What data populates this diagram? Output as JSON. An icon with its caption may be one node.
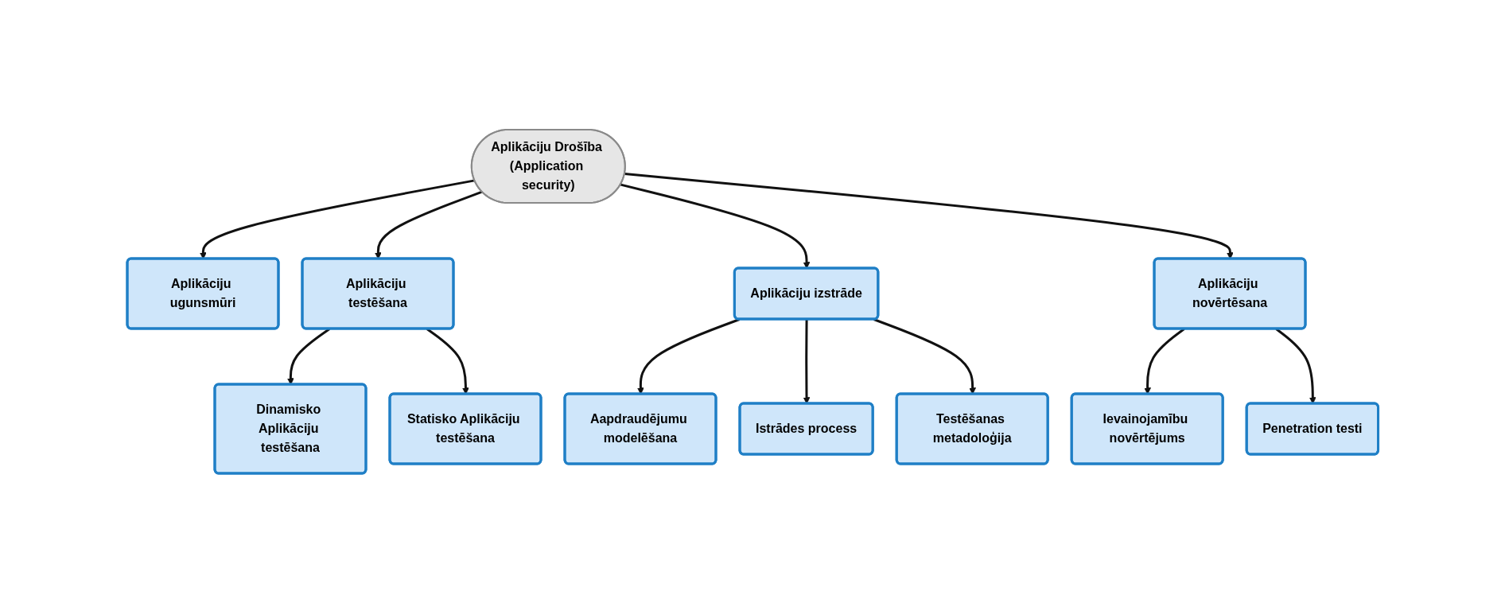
{
  "diagram": {
    "nodes": [
      {
        "text": [
          "Aplikāciju Drošība (Application security)"
        ]
      },
      {
        "text": [
          "Aplikāciju ugunsmūri"
        ]
      },
      {
        "text": [
          "Aplikāciju testēšana"
        ]
      },
      {
        "text": [
          "Aplikāciju izstrāde"
        ]
      },
      {
        "text": [
          "Aplikāciju novērtēsana"
        ]
      },
      {
        "text": [
          "Dinamisko Aplikāciju testēšana"
        ]
      },
      {
        "text": [
          "Statisko Aplikāciju testēšana"
        ]
      },
      {
        "text": [
          "Aapdraudējumu modelēšana"
        ]
      },
      {
        "text": [
          "Istrādes process"
        ]
      },
      {
        "text": [
          "Testēšanas metadoloģija"
        ]
      },
      {
        "text": [
          "Ievainojamību novērtējums"
        ]
      },
      {
        "text": [
          "Penetration testi"
        ]
      }
    ],
    "edges": [
      {
        "from": 0,
        "to": 1,
        "arrow": "to"
      },
      {
        "from": 0,
        "to": 2,
        "arrow": "to"
      },
      {
        "from": 0,
        "to": 3,
        "arrow": "to"
      },
      {
        "from": 0,
        "to": 4,
        "arrow": "to"
      },
      {
        "from": 2,
        "to": 5,
        "arrow": "to"
      },
      {
        "from": 2,
        "to": 6,
        "arrow": "to"
      },
      {
        "from": 3,
        "to": 7,
        "arrow": "to"
      },
      {
        "from": 3,
        "to": 8,
        "arrow": "to"
      },
      {
        "from": 3,
        "to": 9,
        "arrow": "to"
      },
      {
        "from": 4,
        "to": 10,
        "arrow": "to"
      },
      {
        "from": 4,
        "to": 11,
        "arrow": "to"
      }
    ]
  }
}
